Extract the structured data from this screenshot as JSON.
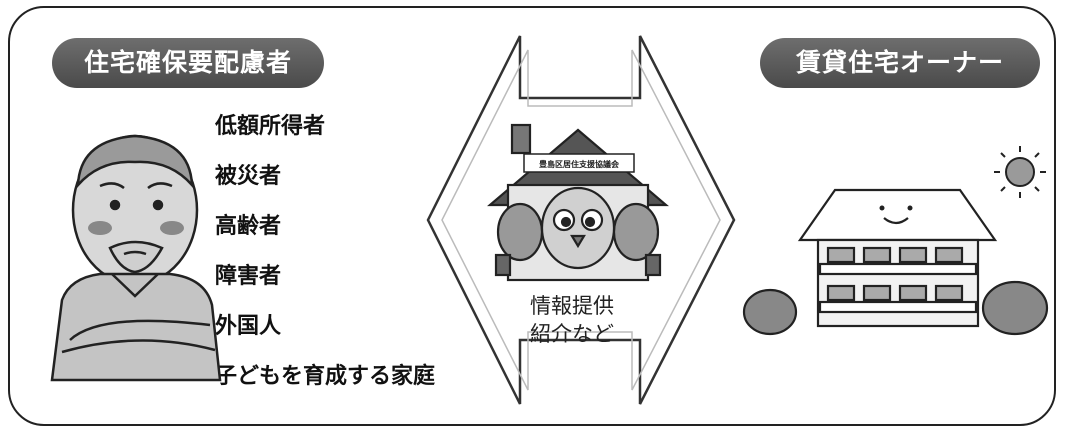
{
  "left_heading": "住宅確保要配慮者",
  "right_heading": "賃貸住宅オーナー",
  "groups": [
    "低額所得者",
    "被災者",
    "高齢者",
    "障害者",
    "外国人",
    "子どもを育成する家庭"
  ],
  "center_label_line1": "情報提供",
  "center_label_line2": "紹介など",
  "house_sign": "豊島区居住支援協議会",
  "icons": {
    "person": "elderly-man-arms-crossed-icon",
    "mascot": "owl-mascot-house-icon",
    "building": "smiling-apartment-building-icon",
    "sun": "sun-icon",
    "arrow": "double-headed-arrow-icon"
  }
}
